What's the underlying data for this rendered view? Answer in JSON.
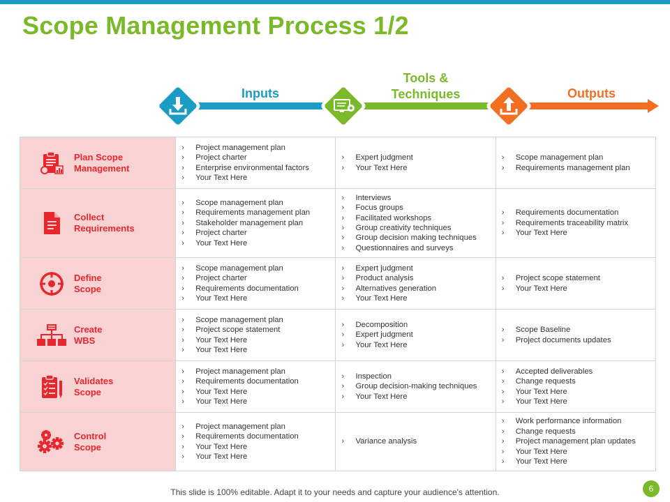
{
  "slide": {
    "title": "Scope Management Process 1/2",
    "footer": "This slide is 100% editable. Adapt it to your needs and capture your audience's attention.",
    "page_number": "6"
  },
  "stages": {
    "inputs": "Inputs",
    "tools_line1": "Tools &",
    "tools_line2": "Techniques",
    "outputs": "Outputs"
  },
  "colors": {
    "blue": "#1a9cc4",
    "green": "#7ab929",
    "orange": "#f26f21",
    "red": "#e8262d",
    "pink": "#f9d3d3"
  },
  "rows": [
    {
      "name": "Plan Scope\nManagement",
      "icon": "clipboard-chart-icon",
      "inputs": [
        "Project management plan",
        "Project charter",
        "Enterprise environmental factors",
        "Your Text Here"
      ],
      "tools": [
        "Expert judgment",
        "Your Text Here"
      ],
      "outputs": [
        "Scope management plan",
        "Requirements management plan"
      ]
    },
    {
      "name": "Collect\nRequirements",
      "icon": "document-icon",
      "inputs": [
        "Scope management plan",
        "Requirements management plan",
        "Stakeholder management plan",
        "Project charter",
        "Your Text Here"
      ],
      "tools": [
        "Interviews",
        "Focus groups",
        "Facilitated workshops",
        "Group creativity techniques",
        "Group decision making techniques",
        "Questionnaires and surveys"
      ],
      "outputs": [
        "Requirements documentation",
        "Requirements traceability matrix",
        "Your Text Here"
      ]
    },
    {
      "name": "Define\nScope",
      "icon": "crosshair-icon",
      "inputs": [
        "Scope management plan",
        "Project charter",
        "Requirements documentation",
        "Your Text Here"
      ],
      "tools": [
        "Expert judgment",
        "Product analysis",
        "Alternatives generation",
        "Your Text Here"
      ],
      "outputs": [
        "Project scope statement",
        "Your Text Here"
      ]
    },
    {
      "name": "Create\nWBS",
      "icon": "hierarchy-icon",
      "inputs": [
        "Scope management plan",
        "Project scope statement",
        "Your Text Here",
        "Your Text Here"
      ],
      "tools": [
        "Decomposition",
        "Expert judgment",
        "Your Text Here"
      ],
      "outputs": [
        "Scope Baseline",
        "Project documents updates"
      ]
    },
    {
      "name": "Validates\nScope",
      "icon": "checklist-icon",
      "inputs": [
        "Project management plan",
        "Requirements documentation",
        "Your Text Here",
        "Your Text Here"
      ],
      "tools": [
        "Inspection",
        "Group decision-making techniques",
        "Your Text Here"
      ],
      "outputs": [
        "Accepted deliverables",
        "Change requests",
        "Your Text Here",
        "Your Text Here"
      ]
    },
    {
      "name": "Control\nScope",
      "icon": "gears-icon",
      "inputs": [
        "Project management plan",
        "Requirements documentation",
        "Your Text Here",
        "Your Text Here"
      ],
      "tools": [
        "Variance analysis"
      ],
      "outputs": [
        "Work performance information",
        "Change requests",
        "Project management plan updates",
        "Your Text Here",
        "Your Text Here"
      ]
    }
  ]
}
